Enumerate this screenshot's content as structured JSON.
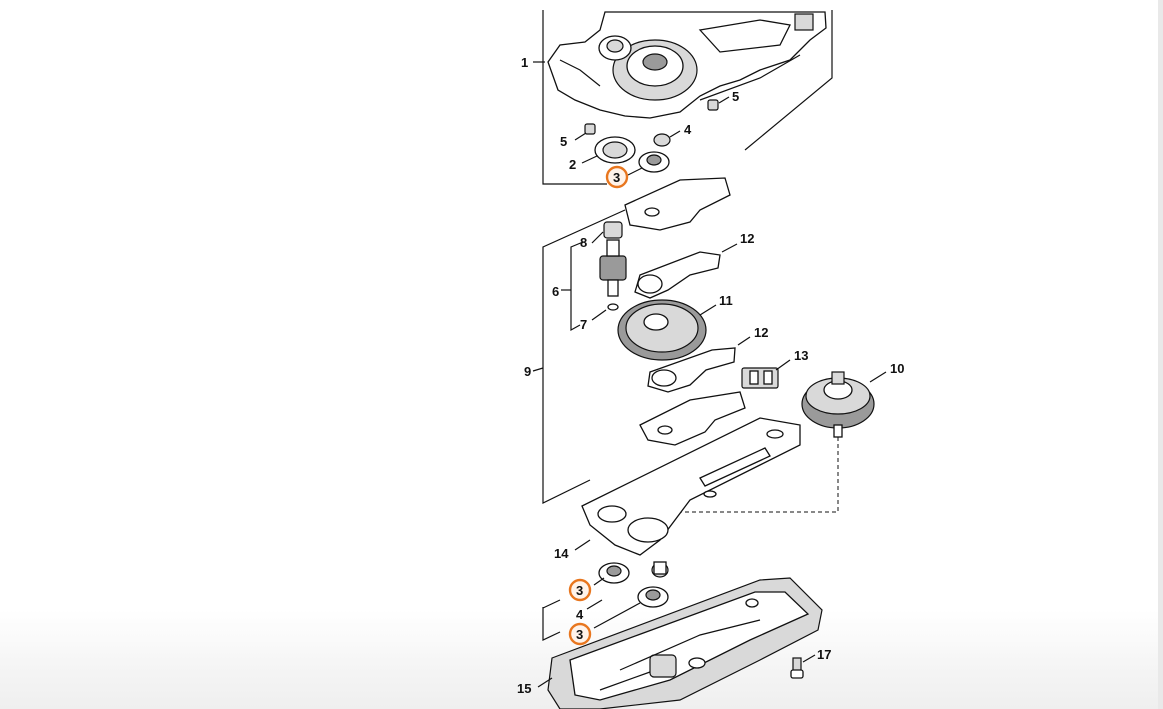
{
  "diagram": {
    "callouts": [
      {
        "id": "c1",
        "text": "1"
      },
      {
        "id": "c5a",
        "text": "5"
      },
      {
        "id": "c5b",
        "text": "5"
      },
      {
        "id": "c4a",
        "text": "4"
      },
      {
        "id": "c2",
        "text": "2"
      },
      {
        "id": "c3a",
        "text": "3",
        "highlighted": true
      },
      {
        "id": "c8",
        "text": "8"
      },
      {
        "id": "c12a",
        "text": "12"
      },
      {
        "id": "c6",
        "text": "6"
      },
      {
        "id": "c11",
        "text": "11"
      },
      {
        "id": "c7",
        "text": "7"
      },
      {
        "id": "c12b",
        "text": "12"
      },
      {
        "id": "c9",
        "text": "9"
      },
      {
        "id": "c13",
        "text": "13"
      },
      {
        "id": "c10",
        "text": "10"
      },
      {
        "id": "c14",
        "text": "14"
      },
      {
        "id": "c3b",
        "text": "3",
        "highlighted": true
      },
      {
        "id": "c4b",
        "text": "4"
      },
      {
        "id": "c3c",
        "text": "3",
        "highlighted": true
      },
      {
        "id": "c17",
        "text": "17"
      },
      {
        "id": "c15",
        "text": "15"
      }
    ],
    "highlight_color": "#e8761e"
  }
}
